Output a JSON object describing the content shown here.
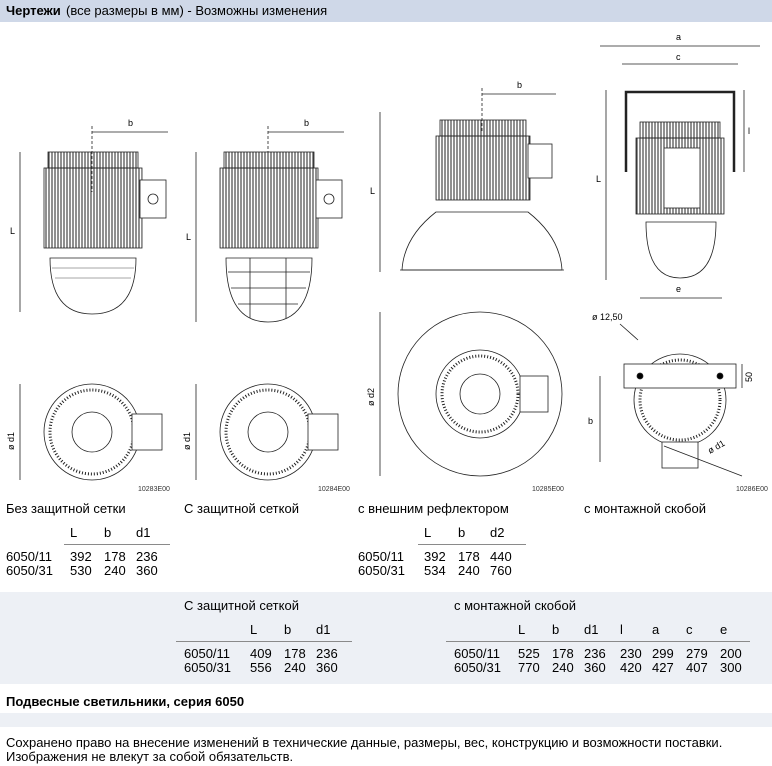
{
  "header": {
    "title_bold": "Чертежи",
    "title_rest": " (все размеры в мм) - Возможны изменения"
  },
  "drawings": {
    "codes": [
      "10283E00",
      "10284E00",
      "10285E00",
      "10286E00"
    ],
    "dims": {
      "b": "b",
      "L": "L",
      "d1": "ø d1",
      "d2": "ø d2",
      "a": "a",
      "c": "c",
      "l": "l",
      "e": "e",
      "d1250": "ø 12,50",
      "fifty": "50"
    }
  },
  "captions": {
    "c1": "Без защитной сетки",
    "c2": "С защитной сеткой",
    "c3": "с внешним рефлектором",
    "c4": "с монтажной скобой"
  },
  "table1": {
    "headers": [
      "L",
      "b",
      "d1"
    ],
    "rows": [
      [
        "6050/11",
        "392",
        "178",
        "236"
      ],
      [
        "6050/31",
        "530",
        "240",
        "360"
      ]
    ]
  },
  "table2": {
    "headers": [
      "L",
      "b",
      "d2"
    ],
    "rows": [
      [
        "6050/11",
        "392",
        "178",
        "440"
      ],
      [
        "6050/31",
        "534",
        "240",
        "760"
      ]
    ]
  },
  "table3": {
    "title": "С защитной сеткой",
    "headers": [
      "L",
      "b",
      "d1"
    ],
    "rows": [
      [
        "6050/11",
        "409",
        "178",
        "236"
      ],
      [
        "6050/31",
        "556",
        "240",
        "360"
      ]
    ]
  },
  "table4": {
    "title": "с монтажной скобой",
    "headers": [
      "L",
      "b",
      "d1",
      "l",
      "a",
      "c",
      "e"
    ],
    "rows": [
      [
        "6050/11",
        "525",
        "178",
        "236",
        "230",
        "299",
        "279",
        "200"
      ],
      [
        "6050/31",
        "770",
        "240",
        "360",
        "420",
        "427",
        "407",
        "300"
      ]
    ]
  },
  "series_title": "Подвесные светильники, серия 6050",
  "footer": {
    "line1": "Сохранено право на внесение изменений в технические данные, размеры, вес, конструкцию и возможности поставки.",
    "line2": "Изображения не влекут за собой обязательств."
  }
}
